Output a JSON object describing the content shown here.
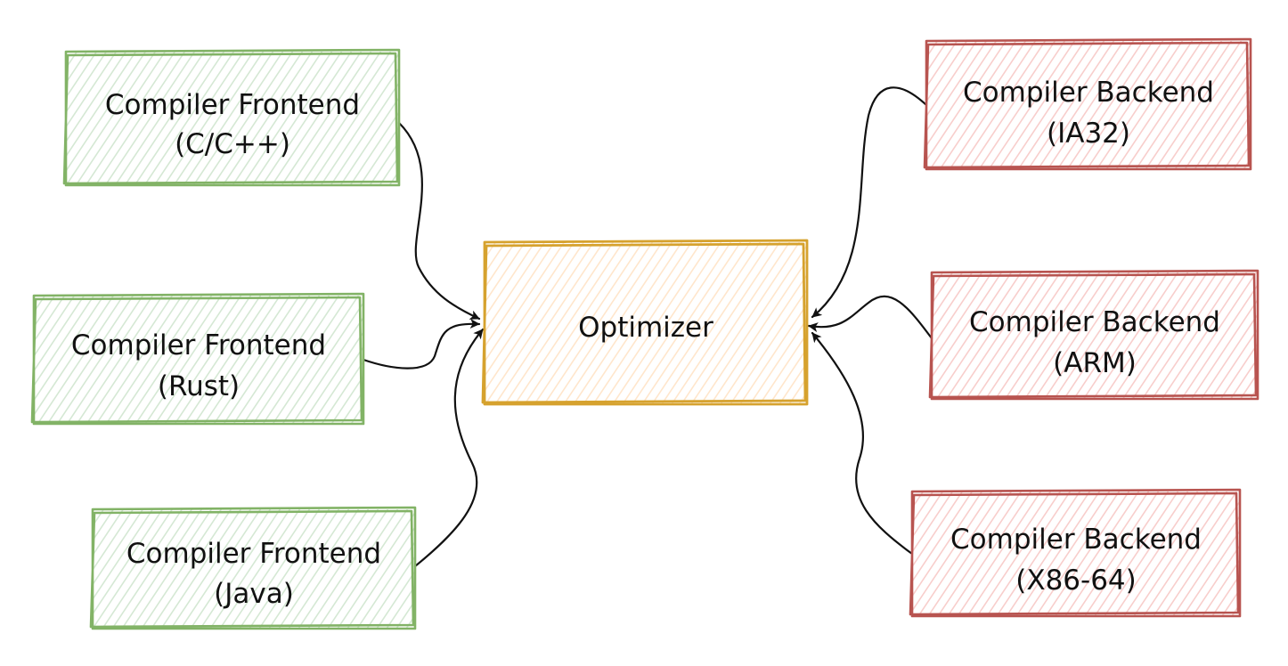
{
  "colors": {
    "frontend_stroke": "#82b366",
    "frontend_fill": "#d5e8d4",
    "optimizer_stroke": "#d6a22e",
    "optimizer_fill": "#ffe6cc",
    "backend_stroke": "#b85450",
    "backend_fill": "#f8cecc",
    "edge": "#111111"
  },
  "frontends": [
    {
      "line1": "Compiler Frontend",
      "line2": "(C/C++)"
    },
    {
      "line1": "Compiler Frontend",
      "line2": "(Rust)"
    },
    {
      "line1": "Compiler Frontend",
      "line2": "(Java)"
    }
  ],
  "optimizer": {
    "label": "Optimizer"
  },
  "backends": [
    {
      "line1": "Compiler Backend",
      "line2": "(IA32)"
    },
    {
      "line1": "Compiler Backend",
      "line2": "(ARM)"
    },
    {
      "line1": "Compiler Backend",
      "line2": "(X86-64)"
    }
  ]
}
